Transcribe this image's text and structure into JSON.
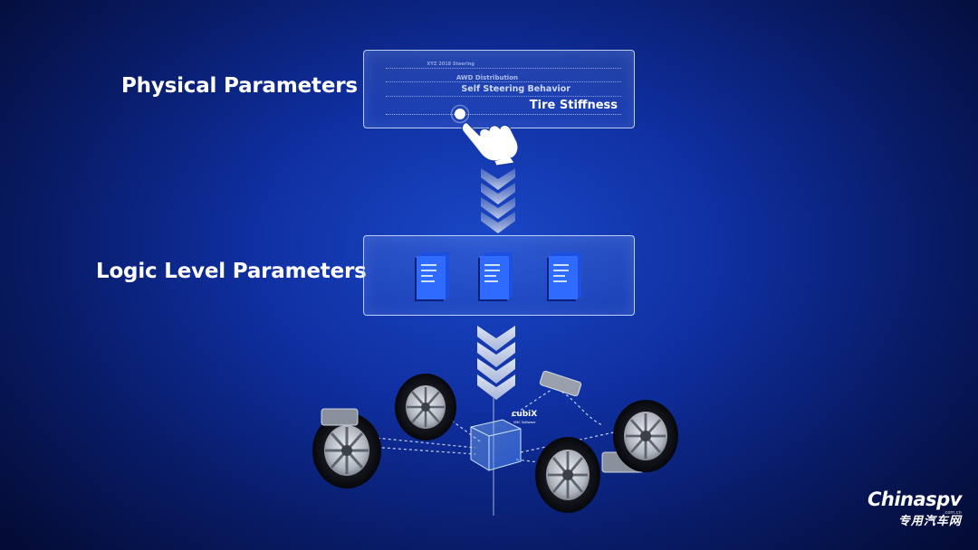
{
  "diagram": {
    "physical_label": "Physical Parameters",
    "logic_label": "Logic Level Parameters",
    "physical_parameters": [
      "XYZ 2018 Steering",
      "AWD Distribution",
      "Self Steering Behavior",
      "Tire Stiffness"
    ],
    "selected_parameter": "Tire Stiffness",
    "logic_documents_count": 3,
    "cube_brand": "cubiX",
    "cube_subtitle": "VMC Software"
  },
  "watermark": {
    "brand": "Chinaspv",
    "domain": ".com.cn",
    "subtitle": "专用汽车网"
  },
  "colors": {
    "background_center": "#1a48c8",
    "background_edge": "#040c36",
    "panel_border": "#dce6ff",
    "document_blue": "#2f6bff",
    "chevron_light": "#dfe5f2"
  }
}
